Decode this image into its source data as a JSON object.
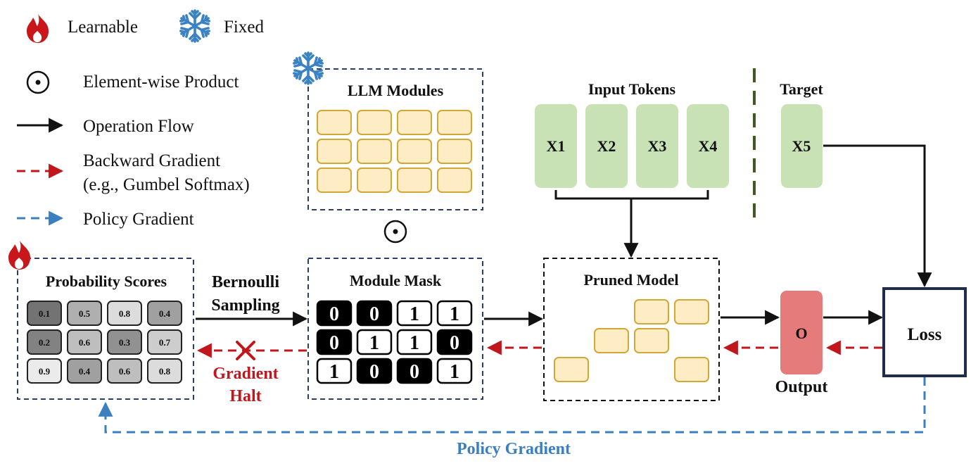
{
  "legend": {
    "learnable": "Learnable",
    "fixed": "Fixed",
    "element_wise": "Element-wise Product",
    "operation_flow": "Operation Flow",
    "backward_line1": "Backward Gradient",
    "backward_line2": "(e.g., Gumbel Softmax)",
    "policy_gradient": "Policy Gradient"
  },
  "llm_modules": {
    "title": "LLM Modules",
    "icon": "snowflake-icon"
  },
  "probability_scores": {
    "title": "Probability Scores",
    "icon": "flame-icon",
    "rows": [
      [
        "0.1",
        "0.5",
        "0.8",
        "0.4"
      ],
      [
        "0.2",
        "0.6",
        "0.3",
        "0.7"
      ],
      [
        "0.9",
        "0.4",
        "0.6",
        "0.8"
      ]
    ]
  },
  "bernoulli": {
    "line1": "Bernoulli",
    "line2": "Sampling"
  },
  "gradient_halt": {
    "line1": "Gradient",
    "line2": "Halt"
  },
  "module_mask": {
    "title": "Module Mask",
    "rows": [
      [
        "0",
        "0",
        "1",
        "1"
      ],
      [
        "0",
        "1",
        "1",
        "0"
      ],
      [
        "1",
        "0",
        "0",
        "1"
      ]
    ]
  },
  "input_tokens": {
    "title": "Input Tokens",
    "tokens": [
      "X1",
      "X2",
      "X3",
      "X4"
    ]
  },
  "target": {
    "title": "Target",
    "token": "X5"
  },
  "pruned_model": {
    "title": "Pruned Model"
  },
  "output": {
    "symbol": "O",
    "label": "Output"
  },
  "loss": {
    "label": "Loss"
  },
  "policy_gradient_label": "Policy Gradient",
  "colors": {
    "module_fill": "#fdecc4",
    "module_border": "#d2a736",
    "token_fill": "#c8e2b6",
    "output_fill": "#e57b7b",
    "backward_red": "#c0161c",
    "policy_blue": "#3b7fc0",
    "target_divider": "#3d5a22",
    "loss_border": "#1f2d4a",
    "flame": "#c8161a",
    "snowflake": "#3a82c4"
  }
}
